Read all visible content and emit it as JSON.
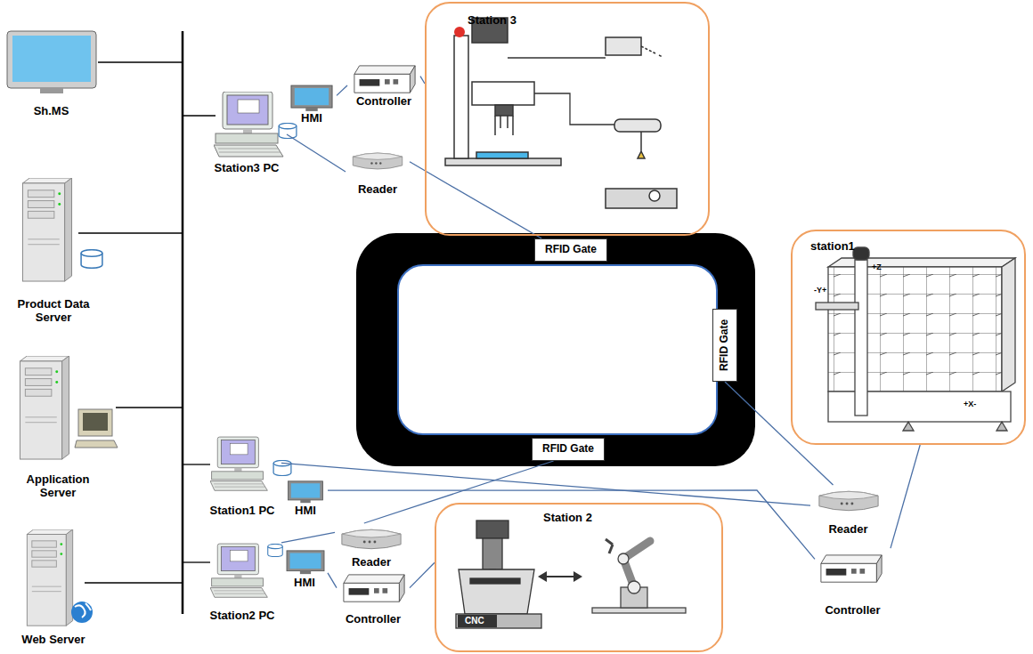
{
  "diagram": {
    "nodes": [
      {
        "text": [
          "Sh.MS"
        ]
      },
      {
        "text": [
          "Product Data Server"
        ]
      },
      {
        "text": [
          "Application Server"
        ]
      },
      {
        "text": [
          "Web Server"
        ]
      },
      {
        "text": [
          "Station 3"
        ]
      },
      {
        "text": [
          "Station3 PC"
        ]
      },
      {
        "text": [
          "HMI"
        ]
      },
      {
        "text": [
          "Controller"
        ]
      },
      {
        "text": [
          "Reader"
        ]
      },
      {
        "text": [
          "RFID Gate"
        ]
      },
      {
        "text": [
          "RFID Gate"
        ]
      },
      {
        "text": [
          "station1"
        ]
      },
      {
        "text": [
          "RFID Gate"
        ]
      },
      {
        "text": [
          "Station1 PC"
        ]
      },
      {
        "text": [
          "HMI"
        ]
      },
      {
        "text": [
          "Station 2"
        ]
      },
      {
        "text": [
          "Reader"
        ]
      },
      {
        "text": [
          "Controller"
        ]
      },
      {
        "text": [
          "Station2 PC"
        ]
      },
      {
        "text": [
          "HMI"
        ]
      },
      {
        "text": [
          "Reader"
        ]
      },
      {
        "text": [
          "Controller"
        ]
      }
    ],
    "edges": [
      {
        "from": 5,
        "to": 8,
        "arrow": "none"
      },
      {
        "from": 8,
        "to": 9,
        "arrow": "none"
      },
      {
        "from": 7,
        "to": 4,
        "arrow": "none"
      },
      {
        "from": 6,
        "to": 7,
        "arrow": "none"
      },
      {
        "from": 13,
        "to": 16,
        "arrow": "none"
      },
      {
        "from": 10,
        "to": 16,
        "arrow": "none"
      },
      {
        "from": 17,
        "to": 11,
        "arrow": "none"
      },
      {
        "from": 14,
        "to": 17,
        "arrow": "none"
      },
      {
        "from": 18,
        "to": 20,
        "arrow": "none"
      },
      {
        "from": 20,
        "to": 12,
        "arrow": "none"
      },
      {
        "from": 21,
        "to": 15,
        "arrow": "none"
      },
      {
        "from": 19,
        "to": 21,
        "arrow": "none"
      }
    ],
    "labels": [
      "CNC",
      "+Z",
      "-Y+",
      "+X-"
    ]
  }
}
